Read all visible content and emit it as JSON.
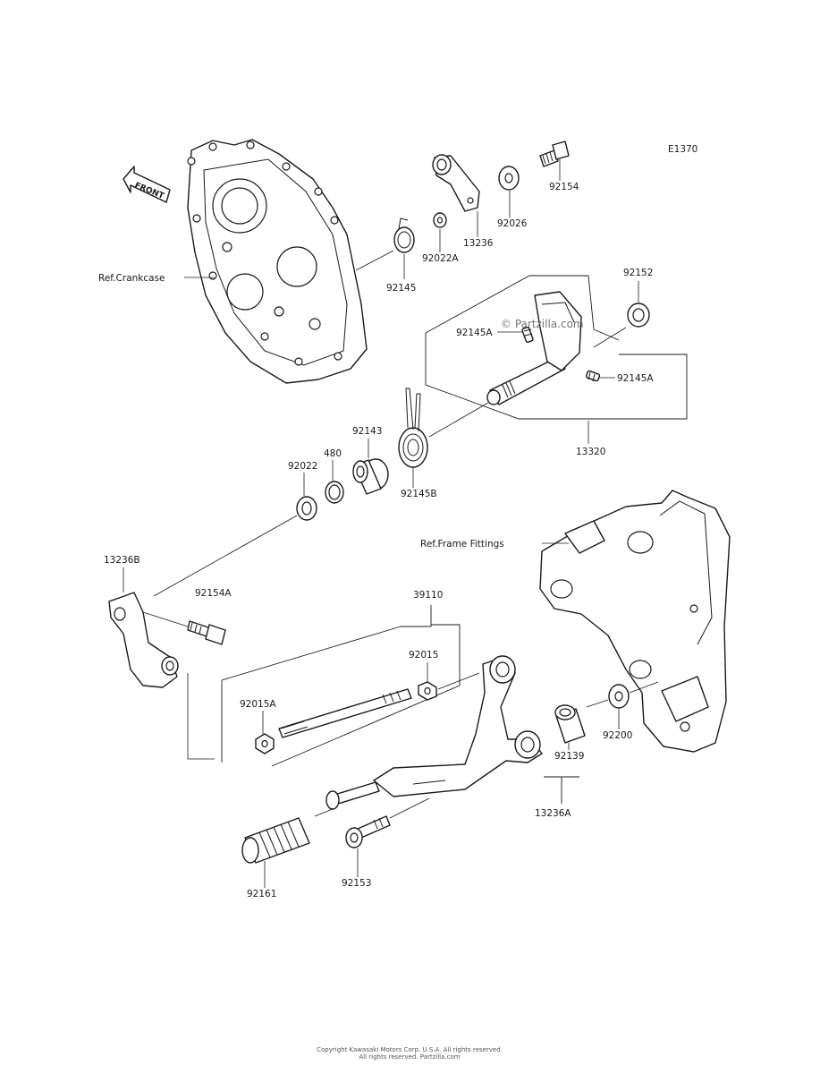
{
  "diagram_code": "E1370",
  "front_label": "FRONT",
  "watermark": "© Partzilla.com",
  "references": {
    "crankcase": "Ref.Crankcase",
    "frame_fittings": "Ref.Frame Fittings"
  },
  "part_numbers": {
    "p92154": "92154",
    "p92026": "92026",
    "p13236": "13236",
    "p92022A": "92022A",
    "p92145": "92145",
    "p92152": "92152",
    "p92145A_left": "92145A",
    "p92145A_right": "92145A",
    "p13320": "13320",
    "p92143": "92143",
    "p480": "480",
    "p92022": "92022",
    "p92145B": "92145B",
    "p13236B": "13236B",
    "p92154A": "92154A",
    "p39110": "39110",
    "p92015": "92015",
    "p92015A": "92015A",
    "p92200": "92200",
    "p92139": "92139",
    "p13236A": "13236A",
    "p92161": "92161",
    "p92153": "92153"
  },
  "footer": {
    "line1": "Copyright Kawasaki Motors Corp. U.S.A. All rights reserved.",
    "line2": "All rights reserved. Partzilla.com"
  }
}
